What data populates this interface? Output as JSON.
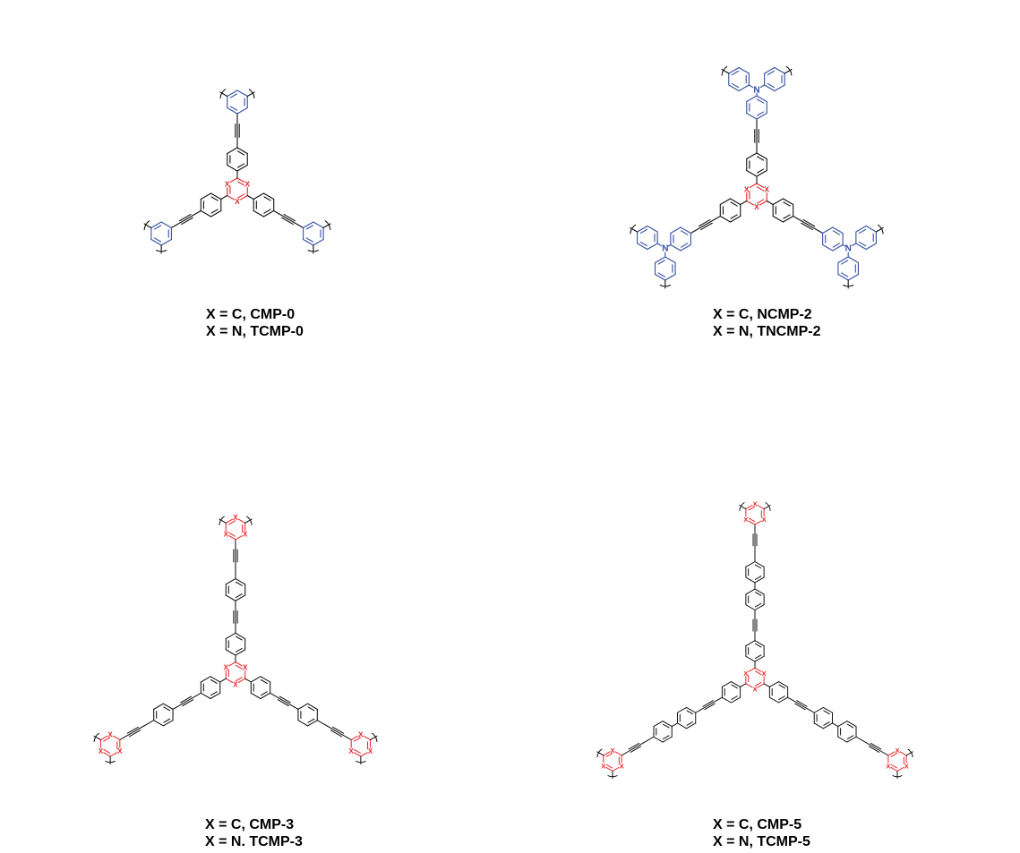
{
  "colors": {
    "bond": "#111111",
    "core": "#e8262a",
    "amine": "#3350a4"
  },
  "panels": [
    {
      "id": "cmp-0",
      "label_c": "X = C, CMP-0",
      "label_n": "X = N, TCMP-0",
      "arm_units": [
        "alkyne"
      ],
      "terminal": "m-phenylene",
      "terminal_color": "amine"
    },
    {
      "id": "ncmp-2",
      "label_c": "X = C, NCMP-2",
      "label_n": "X = N, TNCMP-2",
      "arm_units": [
        "alkyne"
      ],
      "terminal": "triphenylamine",
      "terminal_color": "amine"
    },
    {
      "id": "cmp-3",
      "label_c": "X = C, CMP-3",
      "label_n": "X = N. TCMP-3",
      "arm_units": [
        "alkyne",
        "benzene",
        "alkyne"
      ],
      "terminal": "triazine",
      "terminal_color": "core"
    },
    {
      "id": "cmp-5",
      "label_c": "X = C, CMP-5",
      "label_n": "X = N, TCMP-5",
      "arm_units": [
        "alkyne",
        "benzene",
        "benzene",
        "alkyne"
      ],
      "terminal": "triazine",
      "terminal_color": "core"
    }
  ],
  "atoms": {
    "x": "X",
    "n": "N"
  }
}
